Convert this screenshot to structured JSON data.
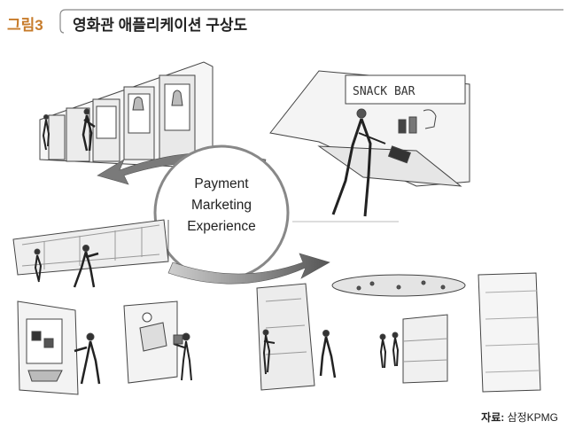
{
  "header": {
    "figure_label": "그림3",
    "title": "영화관 애플리케이션 구상도"
  },
  "center": {
    "line1": "Payment",
    "line2": "Marketing",
    "line3": "Experience"
  },
  "snack_sign": "SNACK BAR",
  "source": {
    "prefix": "자료:",
    "text": " 삼정KPMG"
  }
}
